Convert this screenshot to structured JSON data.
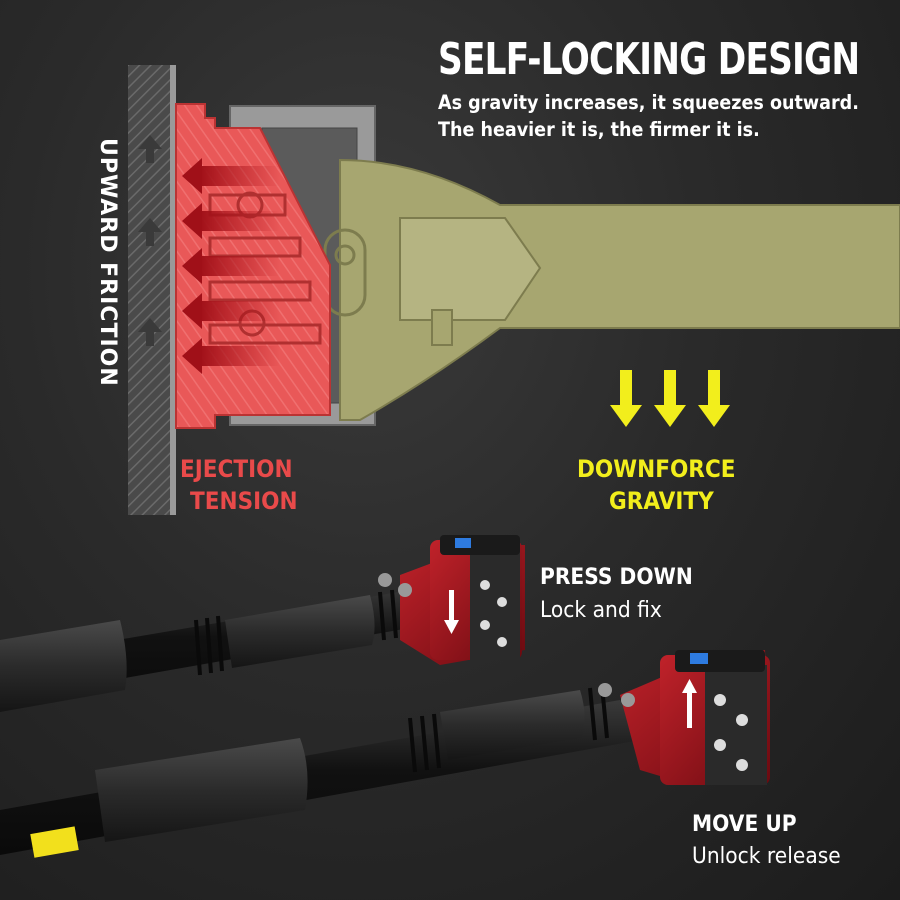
{
  "header": {
    "title": "SELF-LOCKING DESIGN",
    "line1": "As gravity increases, it squeezes outward.",
    "line2": "The heavier it is, the firmer it is."
  },
  "diagram": {
    "upward_label": "UPWARD FRICTION",
    "ejection_line1": "EJECTION",
    "ejection_line2": "TENSION",
    "downforce_line1": "DOWNFORCE",
    "gravity_line2": "GRAVITY"
  },
  "captions": {
    "press_title": "PRESS DOWN",
    "press_sub": "Lock and fix",
    "move_title": "MOVE UP",
    "move_sub": "Unlock release"
  },
  "colors": {
    "red": "#e94a4a",
    "yellow": "#f2ee1c",
    "olive": "#a7a670",
    "gray": "#8d8d8d",
    "bar": "#1b1b1b"
  },
  "icons": [
    "up-arrow-icon",
    "left-arrow-icon",
    "down-arrow-icon",
    "lock-arrow-icon"
  ]
}
